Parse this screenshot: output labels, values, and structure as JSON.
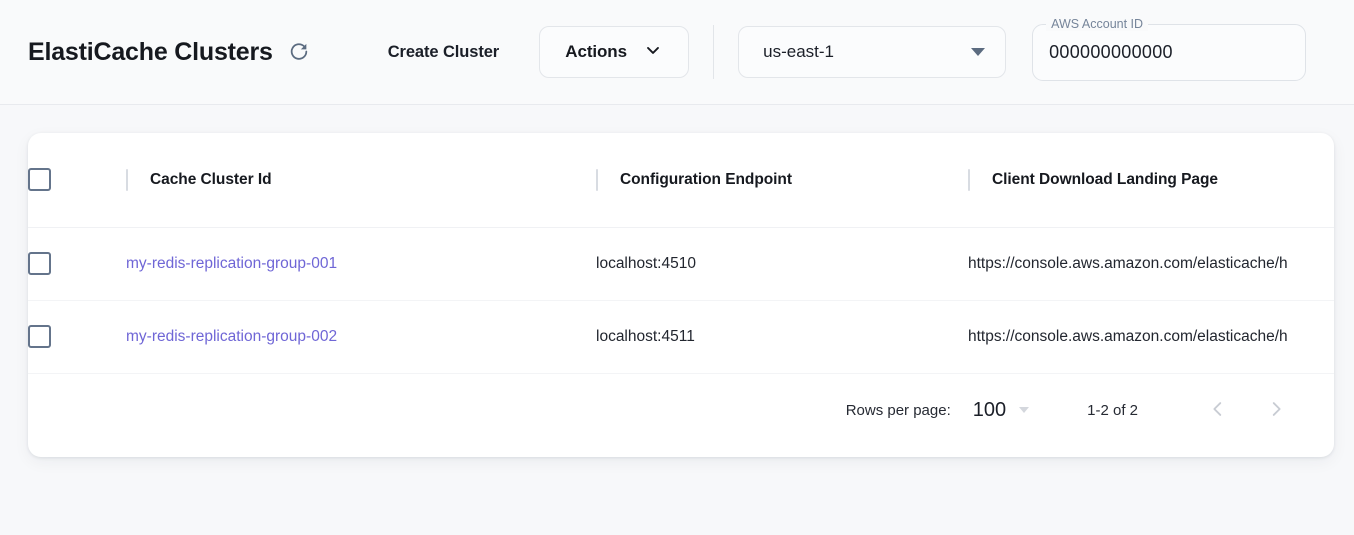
{
  "header": {
    "title": "ElastiCache Clusters",
    "refresh_icon": "refresh-icon",
    "create_cluster_label": "Create Cluster",
    "actions_label": "Actions",
    "actions_icon": "chevron-down-icon",
    "region": {
      "value": "us-east-1",
      "icon": "caret-down-icon"
    },
    "account": {
      "label": "AWS Account ID",
      "value": "000000000000"
    }
  },
  "table": {
    "columns": [
      {
        "key": "select",
        "label": ""
      },
      {
        "key": "cluster_id",
        "label": "Cache Cluster Id"
      },
      {
        "key": "endpoint",
        "label": "Configuration Endpoint"
      },
      {
        "key": "landing_page",
        "label": "Client Download Landing Page"
      }
    ],
    "rows": [
      {
        "cluster_id": "my-redis-replication-group-001",
        "endpoint": "localhost:4510",
        "landing_page": "https://console.aws.amazon.com/elasticache/h"
      },
      {
        "cluster_id": "my-redis-replication-group-002",
        "endpoint": "localhost:4511",
        "landing_page": "https://console.aws.amazon.com/elasticache/h"
      }
    ]
  },
  "pagination": {
    "rows_per_page_label": "Rows per page:",
    "rows_per_page_value": "100",
    "range_label": "1-2 of 2",
    "prev_icon": "chevron-left-icon",
    "next_icon": "chevron-right-icon"
  },
  "colors": {
    "link": "#6f66d6",
    "page_background": "#f7f8fa",
    "card_background": "#ffffff",
    "checkbox_border": "#64748b"
  }
}
